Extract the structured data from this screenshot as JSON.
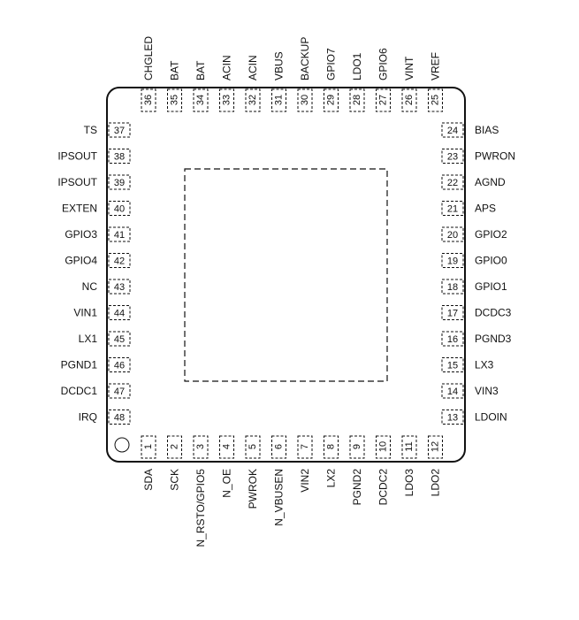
{
  "package": {
    "top_pins": [
      {
        "num": "36",
        "label": "CHGLED"
      },
      {
        "num": "35",
        "label": "BAT"
      },
      {
        "num": "34",
        "label": "BAT"
      },
      {
        "num": "33",
        "label": "ACIN"
      },
      {
        "num": "32",
        "label": "ACIN"
      },
      {
        "num": "31",
        "label": "VBUS"
      },
      {
        "num": "30",
        "label": "BACKUP"
      },
      {
        "num": "29",
        "label": "GPIO7"
      },
      {
        "num": "28",
        "label": "LDO1"
      },
      {
        "num": "27",
        "label": "GPIO6"
      },
      {
        "num": "26",
        "label": "VINT"
      },
      {
        "num": "25",
        "label": "VREF"
      }
    ],
    "left_pins": [
      {
        "num": "37",
        "label": "TS"
      },
      {
        "num": "38",
        "label": "IPSOUT"
      },
      {
        "num": "39",
        "label": "IPSOUT"
      },
      {
        "num": "40",
        "label": "EXTEN"
      },
      {
        "num": "41",
        "label": "GPIO3"
      },
      {
        "num": "42",
        "label": "GPIO4"
      },
      {
        "num": "43",
        "label": "NC"
      },
      {
        "num": "44",
        "label": "VIN1"
      },
      {
        "num": "45",
        "label": "LX1"
      },
      {
        "num": "46",
        "label": "PGND1"
      },
      {
        "num": "47",
        "label": "DCDC1"
      },
      {
        "num": "48",
        "label": "IRQ"
      }
    ],
    "right_pins": [
      {
        "num": "24",
        "label": "BIAS"
      },
      {
        "num": "23",
        "label": "PWRON"
      },
      {
        "num": "22",
        "label": "AGND"
      },
      {
        "num": "21",
        "label": "APS"
      },
      {
        "num": "20",
        "label": "GPIO2"
      },
      {
        "num": "19",
        "label": "GPIO0"
      },
      {
        "num": "18",
        "label": "GPIO1"
      },
      {
        "num": "17",
        "label": "DCDC3"
      },
      {
        "num": "16",
        "label": "PGND3"
      },
      {
        "num": "15",
        "label": "LX3"
      },
      {
        "num": "14",
        "label": "VIN3"
      },
      {
        "num": "13",
        "label": "LDOIN"
      }
    ],
    "bottom_pins": [
      {
        "num": "1",
        "label": "SDA"
      },
      {
        "num": "2",
        "label": "SCK"
      },
      {
        "num": "3",
        "label": "N_RSTO/GPIO5"
      },
      {
        "num": "4",
        "label": "N_OE"
      },
      {
        "num": "5",
        "label": "PWROK"
      },
      {
        "num": "6",
        "label": "N_VBUSEN"
      },
      {
        "num": "7",
        "label": "VIN2"
      },
      {
        "num": "8",
        "label": "LX2"
      },
      {
        "num": "9",
        "label": "PGND2"
      },
      {
        "num": "10",
        "label": "DCDC2"
      },
      {
        "num": "11",
        "label": "LDO3"
      },
      {
        "num": "12",
        "label": "LDO2"
      }
    ]
  }
}
